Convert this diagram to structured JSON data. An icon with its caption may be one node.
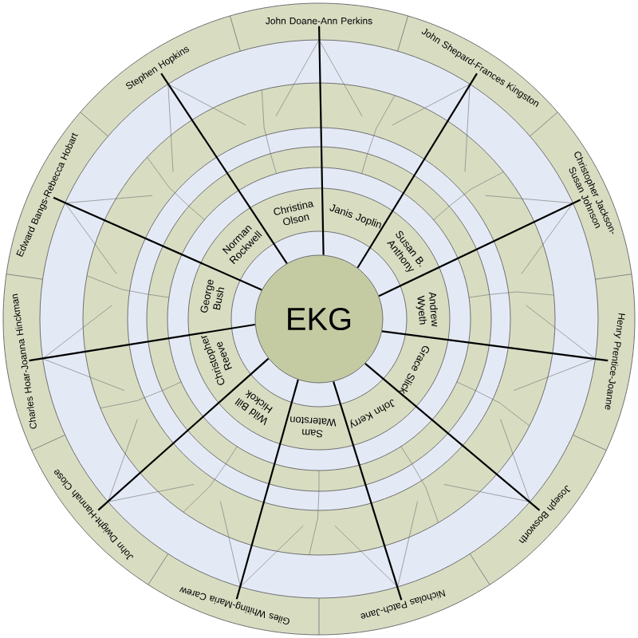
{
  "diagram": {
    "nodes": [
      {
        "text": [
          "EKG"
        ]
      },
      {
        "text": [
          "Christina Olson"
        ]
      },
      {
        "text": [
          "Janis Joplin"
        ]
      },
      {
        "text": [
          "Susan B. Anthony"
        ]
      },
      {
        "text": [
          "Andrew Wyeth"
        ]
      },
      {
        "text": [
          "Grace Slick"
        ]
      },
      {
        "text": [
          "John Kerry"
        ]
      },
      {
        "text": [
          "Sam Waterston"
        ]
      },
      {
        "text": [
          "Wild Bill Hickok"
        ]
      },
      {
        "text": [
          "Christopher Reeve"
        ]
      },
      {
        "text": [
          "George Bush"
        ]
      },
      {
        "text": [
          "Norman Rockwell"
        ]
      },
      {
        "text": [
          "John Doane-Ann Perkins"
        ]
      },
      {
        "text": [
          "John Shepard-Frances Kingston"
        ]
      },
      {
        "text": [
          "Christopher Jackson-Susan Johnson"
        ]
      },
      {
        "text": [
          "Henry Prentice-Joanne"
        ]
      },
      {
        "text": [
          "Joseph Bosworth"
        ]
      },
      {
        "text": [
          "Nicholas Patch-Jane"
        ]
      },
      {
        "text": [
          "Giles Whiting-Maria Carew"
        ]
      },
      {
        "text": [
          "John Dwight-Hannah Close"
        ]
      },
      {
        "text": [
          "Charles Hoar-Joanna Hinckman"
        ]
      },
      {
        "text": [
          "Edward Bangs-Rebecca Hobart"
        ]
      },
      {
        "text": [
          "Stephen Hopkins"
        ]
      }
    ],
    "edges": [
      {
        "from": 0,
        "to": 12,
        "arrow": "none"
      },
      {
        "from": 0,
        "to": 13,
        "arrow": "none"
      },
      {
        "from": 0,
        "to": 14,
        "arrow": "none"
      },
      {
        "from": 0,
        "to": 15,
        "arrow": "none"
      },
      {
        "from": 0,
        "to": 16,
        "arrow": "none"
      },
      {
        "from": 0,
        "to": 17,
        "arrow": "none"
      },
      {
        "from": 0,
        "to": 18,
        "arrow": "none"
      },
      {
        "from": 0,
        "to": 19,
        "arrow": "none"
      },
      {
        "from": 0,
        "to": 20,
        "arrow": "none"
      },
      {
        "from": 0,
        "to": 21,
        "arrow": "none"
      },
      {
        "from": 0,
        "to": 22,
        "arrow": "none"
      }
    ]
  }
}
